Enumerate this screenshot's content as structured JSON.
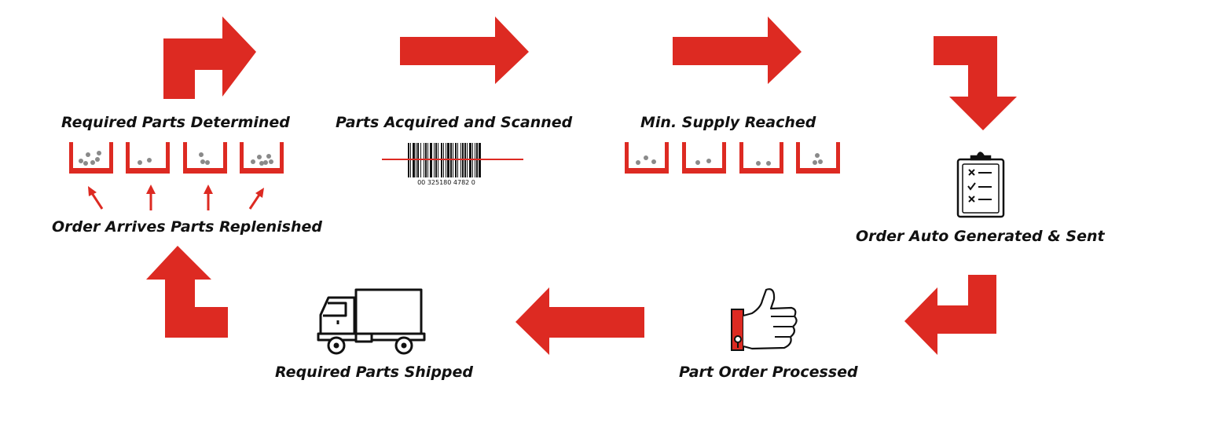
{
  "colors": {
    "accent": "#dd2a22",
    "ink": "#111111",
    "particle": "#8a8a8a",
    "background": "#ffffff"
  },
  "steps": {
    "required_parts_determined": "Required Parts Determined",
    "parts_acquired_scanned": "Parts Acquired and Scanned",
    "min_supply_reached": "Min. Supply Reached",
    "order_auto_generated": "Order Auto Generated & Sent",
    "part_order_processed": "Part Order Processed",
    "required_parts_shipped": "Required Parts Shipped",
    "order_arrives_replenished": "Order Arrives Parts Replenished"
  },
  "barcode": {
    "number": "00 325180 4782 0"
  },
  "icons": {
    "bins_full": "parts-bin-icon",
    "barcode": "barcode-icon",
    "bins_low": "parts-bin-low-icon",
    "clipboard": "clipboard-checklist-icon",
    "thumbs_up": "thumbs-up-icon",
    "truck": "delivery-truck-icon"
  }
}
